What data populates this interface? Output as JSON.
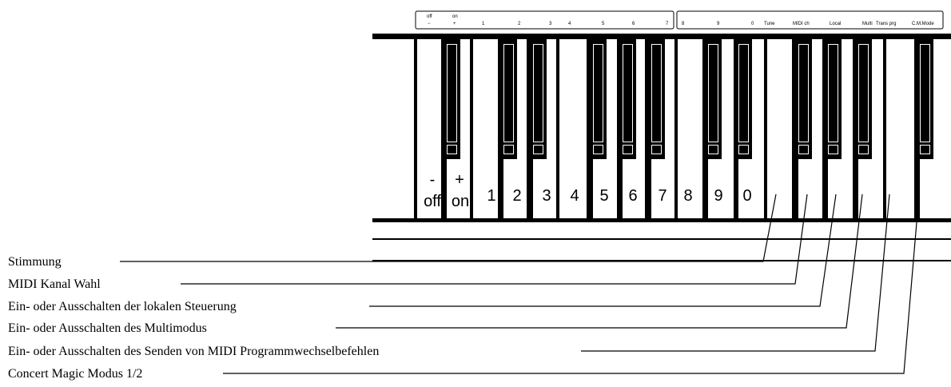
{
  "label_strip": {
    "group1": [
      "1",
      "2",
      "3",
      "4",
      "5",
      "6",
      "7"
    ],
    "off_top": "off",
    "off_bottom": "−",
    "on_top": "on",
    "on_bottom": "+",
    "group2": [
      "8",
      "9",
      "0",
      "Tune",
      "MIDI ch",
      "Local",
      "Multi",
      "Trans prg",
      "C.M.Mode"
    ]
  },
  "keys": {
    "minus": "-",
    "plus": "+",
    "off": "off",
    "on": "on",
    "digits": [
      "1",
      "2",
      "3",
      "4",
      "5",
      "6",
      "7",
      "8",
      "9",
      "0"
    ]
  },
  "callouts": [
    "Stimmung",
    "MIDI Kanal Wahl",
    "Ein- oder Ausschalten der lokalen Steuerung",
    "Ein- oder Ausschalten des Multimodus",
    "Ein- oder Ausschalten des Senden von MIDI Programmwechselbefehlen",
    "Concert Magic Modus 1/2"
  ]
}
